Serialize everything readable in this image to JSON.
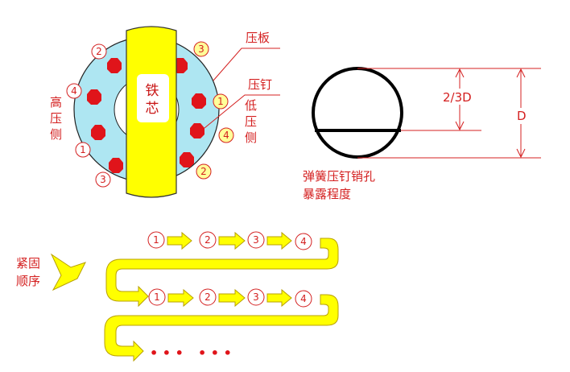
{
  "labels": {
    "pressure_plate": "压板",
    "pressure_pin": "压钉",
    "high_side": [
      "高",
      "压",
      "侧"
    ],
    "low_side": [
      "低",
      "压",
      "侧"
    ],
    "core": [
      "铁",
      "芯"
    ],
    "two_thirds_d": "2/3D",
    "d": "D",
    "hole_caption": [
      "弹簧压钉销孔",
      "暴露程度"
    ],
    "order_title": [
      "紧固",
      "顺序"
    ],
    "dots1": "• • •",
    "dots2": "• • •"
  },
  "ring_numbers": {
    "n2_top": "2",
    "n3_top": "3",
    "n4_left": "4",
    "n1_right": "1",
    "n1_left": "1",
    "n4_right": "4",
    "n3_bottom": "3",
    "n2_bottom": "2"
  },
  "sequence_row1": [
    "1",
    "2",
    "3",
    "4"
  ],
  "sequence_row2": [
    "1",
    "2",
    "3",
    "4"
  ],
  "colors": {
    "ring": "#aee6f2",
    "core": "#ffff00",
    "bolt": "#ee1c1c",
    "red_text": "#d42020",
    "arrow_yellow": "#ffff00",
    "arrow_outline": "#b8a000"
  }
}
